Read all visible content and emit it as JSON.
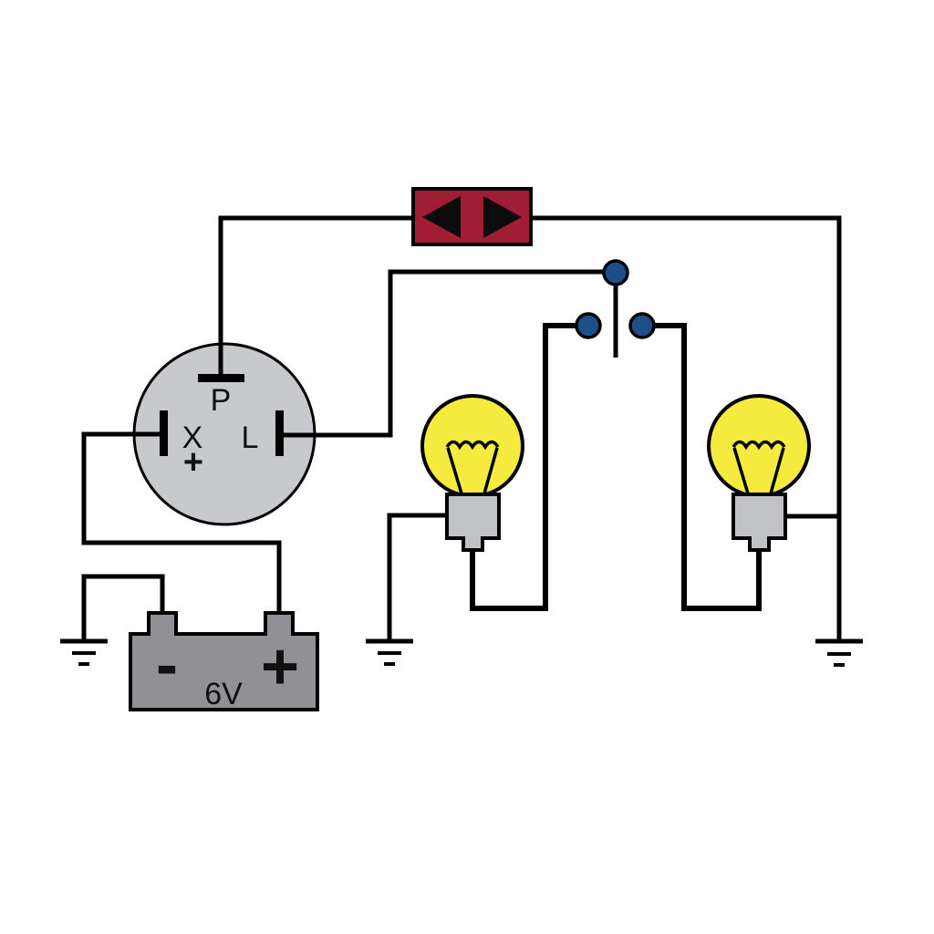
{
  "diagram": {
    "type": "circuit-diagram",
    "subject": "6V flasher relay with two signal lamps, toggle switch, pilot indicator and battery",
    "components": [
      "pilot-indicator-lamp",
      "flasher-relay",
      "toggle-switch",
      "signal-lamp-left",
      "signal-lamp-right",
      "battery-6v",
      "ground-left",
      "ground-center",
      "ground-right"
    ],
    "relay": {
      "terminal_top": "P",
      "terminal_left": "X",
      "terminal_right": "L",
      "polarity": "+"
    },
    "battery": {
      "negative": "-",
      "positive": "+",
      "voltage": "6V"
    },
    "colors": {
      "background": "#ffffff",
      "wire": "#000000",
      "indicator_red": "#a01d35",
      "arrow_black": "#0c0c0c",
      "switch_blue": "#1d4e89",
      "relay_gray": "#c8c9cd",
      "lamp_yellow": "#f4eb3e",
      "lamp_base_gray": "#c1c2c6",
      "battery_gray": "#919195"
    }
  }
}
